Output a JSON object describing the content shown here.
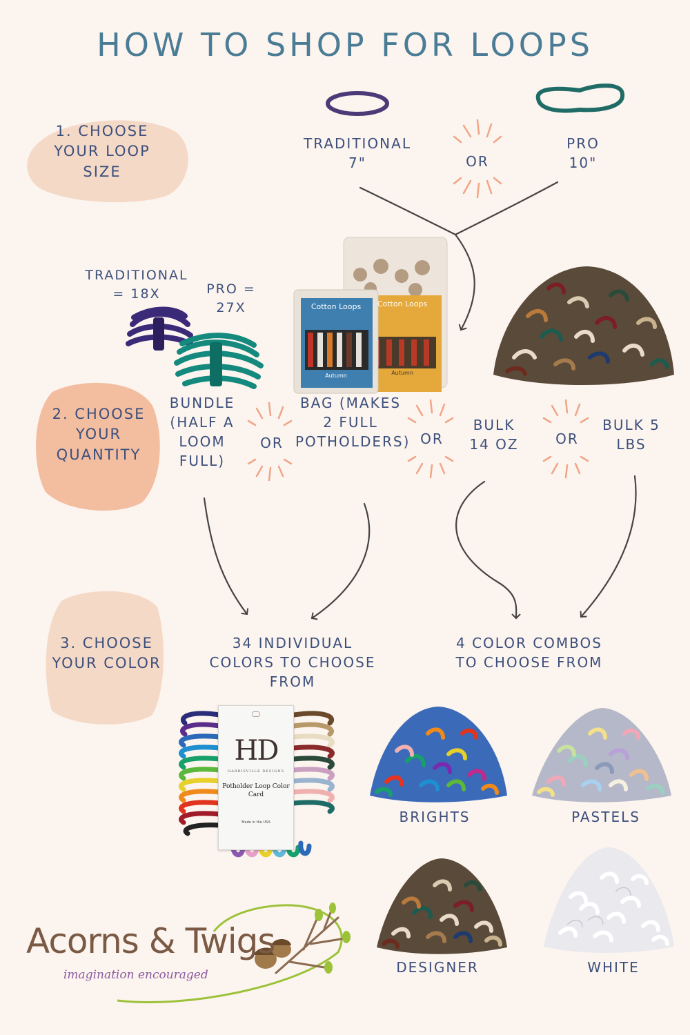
{
  "title": "How to Shop for Loops",
  "steps": {
    "step1": "1. Choose your loop size",
    "step2": "2. Choose your quantity",
    "step3": "3. Choose your color"
  },
  "sizes": {
    "traditional": "Traditional 7\"",
    "or": "OR",
    "pro": "Pro 10\""
  },
  "bundle_counts": {
    "traditional": "Traditional = 18x",
    "pro": "Pro = 27x"
  },
  "bag_branding": {
    "label": "Cotton Loops",
    "variant": "Autumn"
  },
  "quantities": {
    "bundle": "Bundle (half a loom full)",
    "or1": "OR",
    "bag": "Bag (makes 2 full potholders)",
    "or2": "OR",
    "bulk14": "Bulk 14 oz",
    "or3": "OR",
    "bulk5": "Bulk 5 lbs"
  },
  "color_choices": {
    "individual": "34 individual colors to choose from",
    "combos": "4 color combos to choose from"
  },
  "color_card": {
    "logo": "HD",
    "maker": "HARRISVILLE DESIGNS",
    "name": "Potholder Loop Color Card",
    "made": "Made in the USA"
  },
  "combos": [
    "Brights",
    "Pastels",
    "Designer",
    "White"
  ],
  "brand": {
    "name": "Acorns & Twigs",
    "tagline": "imagination encouraged"
  },
  "colors": {
    "ink": "#3c4f7c",
    "title": "#4b7c96",
    "background": "#fcf4ee",
    "blob_light": "#f4d9c7",
    "blob_strong": "#f3bda0",
    "sparkle": "#f0a587",
    "purple_loop": "#4d3977",
    "teal_loop": "#1f6b66"
  }
}
